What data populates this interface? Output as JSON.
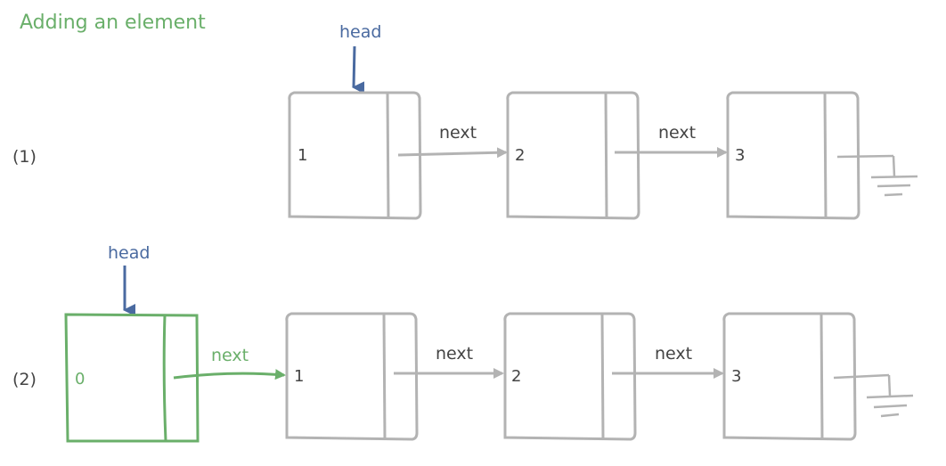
{
  "title": "Adding an element",
  "colors": {
    "gray": "#b3b3b3",
    "text": "#444444",
    "green": "#6aaf6a",
    "blue": "#4a6aa0"
  },
  "rows": [
    {
      "label": "(1)",
      "head_label": "head",
      "nodes": [
        "1",
        "2",
        "3"
      ],
      "link_labels": [
        "next",
        "next"
      ]
    },
    {
      "label": "(2)",
      "head_label": "head",
      "new_node": "0",
      "new_link_label": "next",
      "nodes": [
        "1",
        "2",
        "3"
      ],
      "link_labels": [
        "next",
        "next"
      ]
    }
  ]
}
